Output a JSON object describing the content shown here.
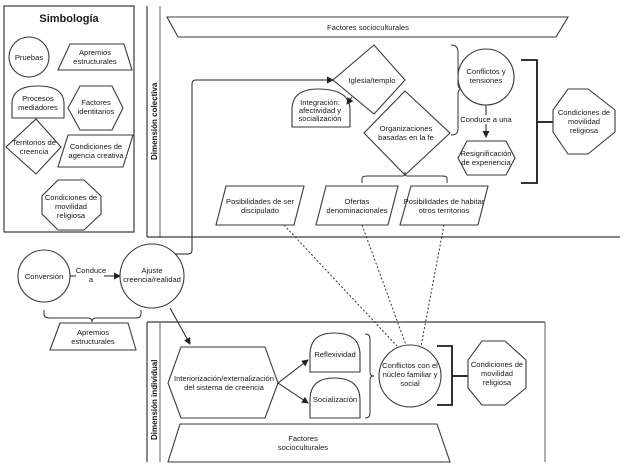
{
  "legend": {
    "title": "Simbología",
    "items": {
      "pruebas": "Pruebas",
      "apremios": [
        "Apremios",
        "estructurales"
      ],
      "procesos": [
        "Procesos",
        "mediadores"
      ],
      "factores_identitarios": [
        "Factores",
        "identitarios"
      ],
      "territorios": [
        "Territorios de",
        "creencia"
      ],
      "agencia": [
        "Condiciones de",
        "agencia creativa"
      ],
      "movilidad": [
        "Condiciones de",
        "movilidad",
        "religiosa"
      ]
    }
  },
  "collective": {
    "label": "Dimensión colectiva",
    "factores": "Factores socioculturales",
    "iglesia": "Iglesia/templo",
    "integracion": [
      "Integración:",
      "afectividad y",
      "socialización"
    ],
    "organizaciones": [
      "Organizaciones",
      "basadas en la fe"
    ],
    "conflictos": [
      "Conflictos y",
      "tensiones"
    ],
    "conduce": "Conduce a una",
    "resignificacion": [
      "Resignificación",
      "de experiencia"
    ],
    "movilidad": [
      "Condiciones de",
      "movilidad",
      "religiosa"
    ],
    "posibilidades_ser": [
      "Posibilidades de ser",
      "discipulado"
    ],
    "ofertas": [
      "Ofertas",
      "denominacionales"
    ],
    "posibilidades_habitar": [
      "Posibilidades de habitar",
      "otros territorios"
    ]
  },
  "middle": {
    "conversion": "Conversión",
    "conduce": [
      "Conduce",
      "a"
    ],
    "ajuste": [
      "Ajuste",
      "creencia/realidad"
    ],
    "apremios": [
      "Apremios",
      "estructurales"
    ]
  },
  "individual": {
    "label": "Dimensión individual",
    "interiorizacion": [
      "Interiorización/externalización",
      "del sistema de creencia"
    ],
    "reflexividad": "Reflexividad",
    "socializacion": "Socialización",
    "conflictos": [
      "Conflictos con el",
      "núcleo familiar y",
      "social"
    ],
    "movilidad": [
      "Condiciones de",
      "movilidad",
      "religiosa"
    ],
    "factores": [
      "Factores",
      "socioculturales"
    ]
  }
}
